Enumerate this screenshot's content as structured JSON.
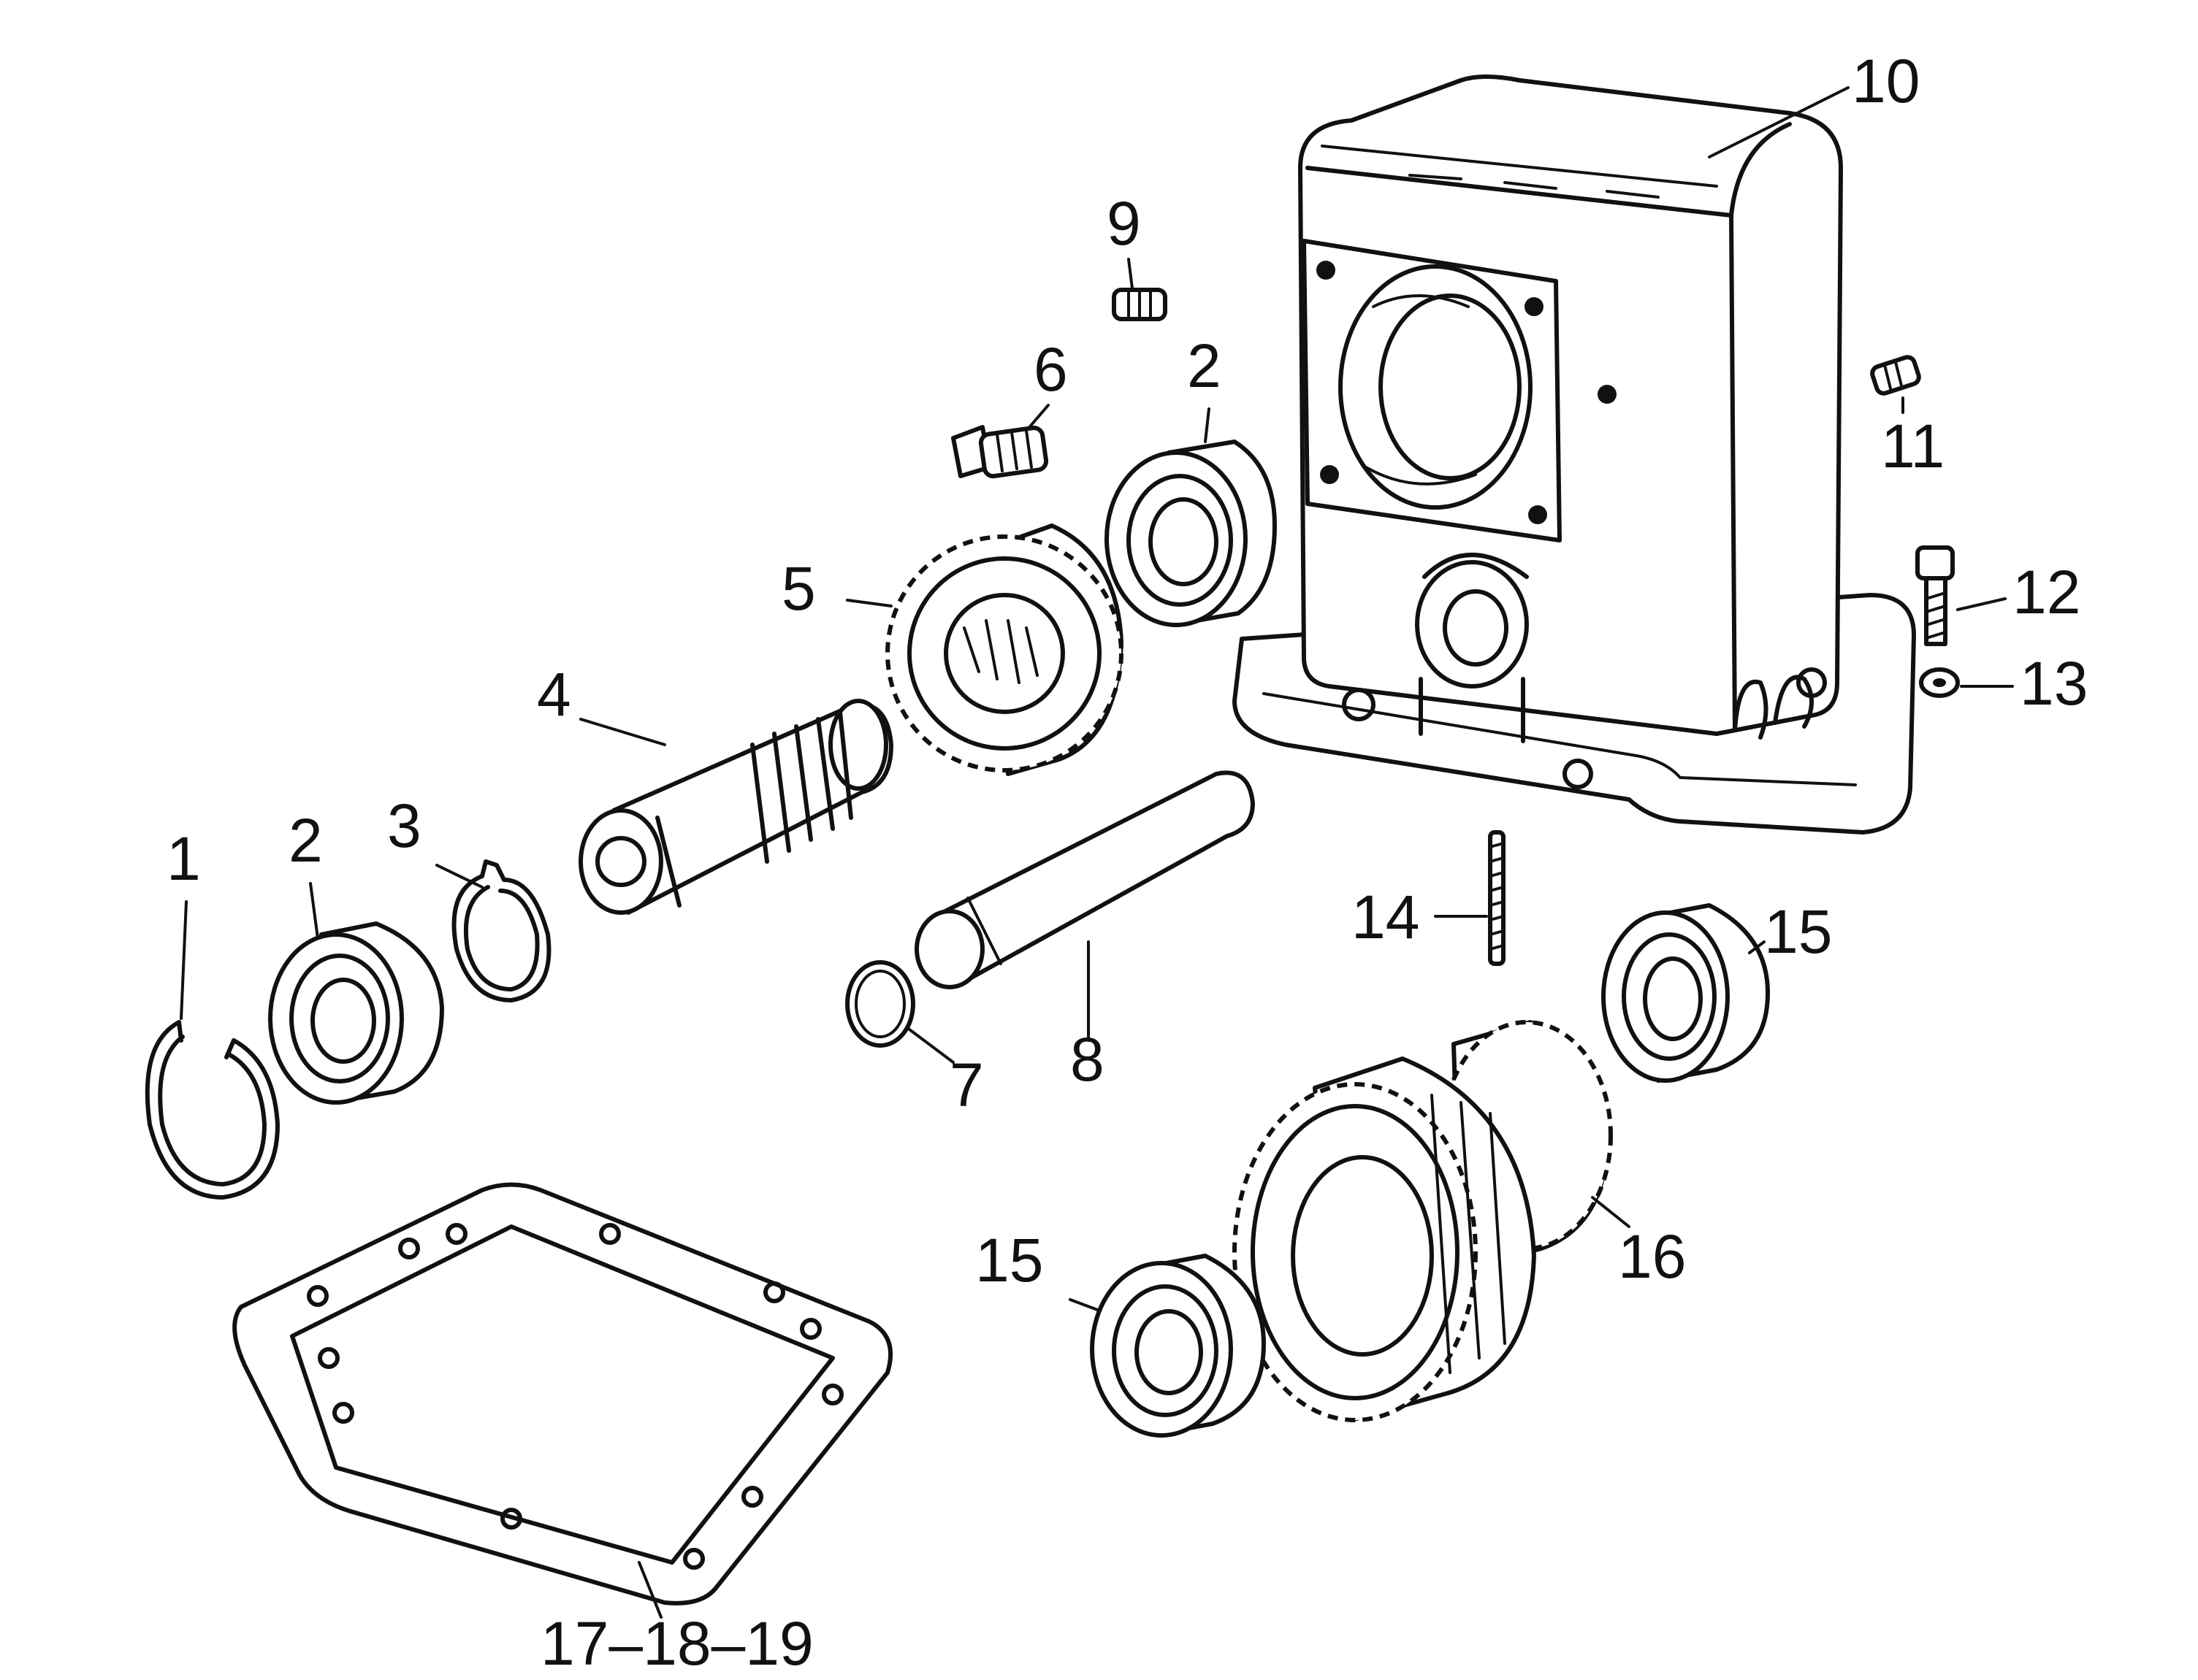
{
  "diagram": {
    "callouts": [
      {
        "id": "c1",
        "text": "1"
      },
      {
        "id": "c2a",
        "text": "2"
      },
      {
        "id": "c3",
        "text": "3"
      },
      {
        "id": "c4",
        "text": "4"
      },
      {
        "id": "c5",
        "text": "5"
      },
      {
        "id": "c6",
        "text": "6"
      },
      {
        "id": "c2b",
        "text": "2"
      },
      {
        "id": "c9",
        "text": "9"
      },
      {
        "id": "c10",
        "text": "10"
      },
      {
        "id": "c11",
        "text": "11"
      },
      {
        "id": "c12",
        "text": "12"
      },
      {
        "id": "c13",
        "text": "13"
      },
      {
        "id": "c14",
        "text": "14"
      },
      {
        "id": "c15a",
        "text": "15"
      },
      {
        "id": "c15b",
        "text": "15"
      },
      {
        "id": "c16",
        "text": "16"
      },
      {
        "id": "c7",
        "text": "7"
      },
      {
        "id": "c8",
        "text": "8"
      },
      {
        "id": "c17",
        "text": "17–18–19"
      }
    ]
  }
}
